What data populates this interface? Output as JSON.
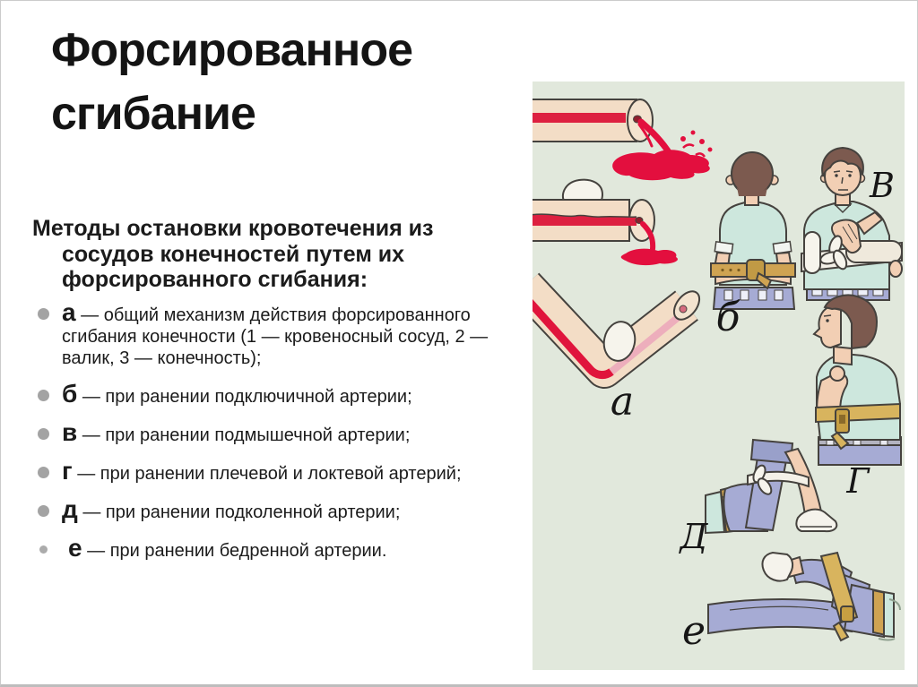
{
  "slide": {
    "title_lines": [
      "Форсированное",
      "сгибание"
    ],
    "intro": {
      "lines": [
        "Методы остановки кровотечения из",
        "сосудов конечностей путем их",
        "форсированного сгибания:"
      ]
    },
    "bullets": [
      {
        "letter": "а",
        "text": "— общий механизм действия форсированного сгибания конечности (1 — кровеносный сосуд, 2 — валик, 3 — конечность);"
      },
      {
        "letter": "б",
        "text": "— при ранении подключичной артерии;"
      },
      {
        "letter": "в",
        "text": "— при ранении подмышечной артерии;"
      },
      {
        "letter": "г",
        "text": "— при ранении плечевой и локтевой артерий;"
      },
      {
        "letter": "д",
        "text": "— при ранении подколенной артерии;"
      },
      {
        "letter": "е",
        "text": "— при ранении бедренной артерии."
      }
    ],
    "figure": {
      "labels": {
        "a": "а",
        "b": "б",
        "v": "В",
        "g": "Г",
        "d": "Д",
        "e": "е"
      }
    },
    "colors": {
      "panel_bg": "#e1e8dc",
      "blood": "#e30f3e",
      "vessel_red": "#dd2040",
      "vessel_pale": "#edaebc",
      "limb_fill": "#f3ddc6",
      "skin": "#f2cfb4",
      "hair": "#7c5a4f",
      "shirt": "#cde7dd",
      "jeans": "#a6abd4",
      "belt_tan": "#cfa352",
      "outline": "#45423e",
      "bullet_dot": "#a3a3a3",
      "text": "#1b1b1b"
    }
  }
}
